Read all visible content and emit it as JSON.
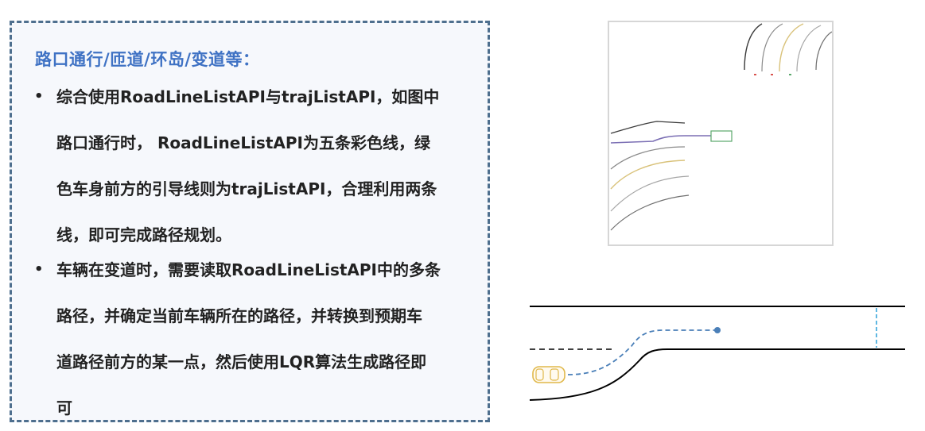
{
  "text_panel": {
    "heading": "路口通行/匝道/环岛/变道等：",
    "bullets": [
      {
        "lines": [
          "综合使用RoadLineListAPI与trajListAPI，如图中",
          "路口通行时， RoadLineListAPI为五条彩色线，绿",
          "色车身前方的引导线则为trajListAPI，合理利用两条",
          "线，即可完成路径规划。"
        ]
      },
      {
        "lines": [
          "车辆在变道时，需要读取RoadLineListAPI中的多条",
          "路径，并确定当前车辆所在的路径，并转换到预期车",
          "道路径前方的某一点，然后使用LQR算法生成路径即",
          "可"
        ]
      }
    ],
    "bullet_symbol": "•",
    "border_color": "#4e6f8e",
    "heading_color": "#3f72c4"
  },
  "intersection_plot": {
    "road_line_colors": [
      "#3a3a3a",
      "#7a7a7a",
      "#d9c27a",
      "#a6a6a6",
      "#6f6f6f"
    ],
    "traj_color": "#7b6fb4",
    "vehicle_box_color": "#5aa86b",
    "marker_colors": [
      "#d9534f",
      "#d9534f",
      "#5aa86b"
    ]
  },
  "lane_change_diagram": {
    "road_color": "#000000",
    "path_color": "#4a7fb8",
    "target_point_color": "#4a7fb8",
    "stop_line_color": "#2aa0d8",
    "car_color": "#e0b84a"
  }
}
